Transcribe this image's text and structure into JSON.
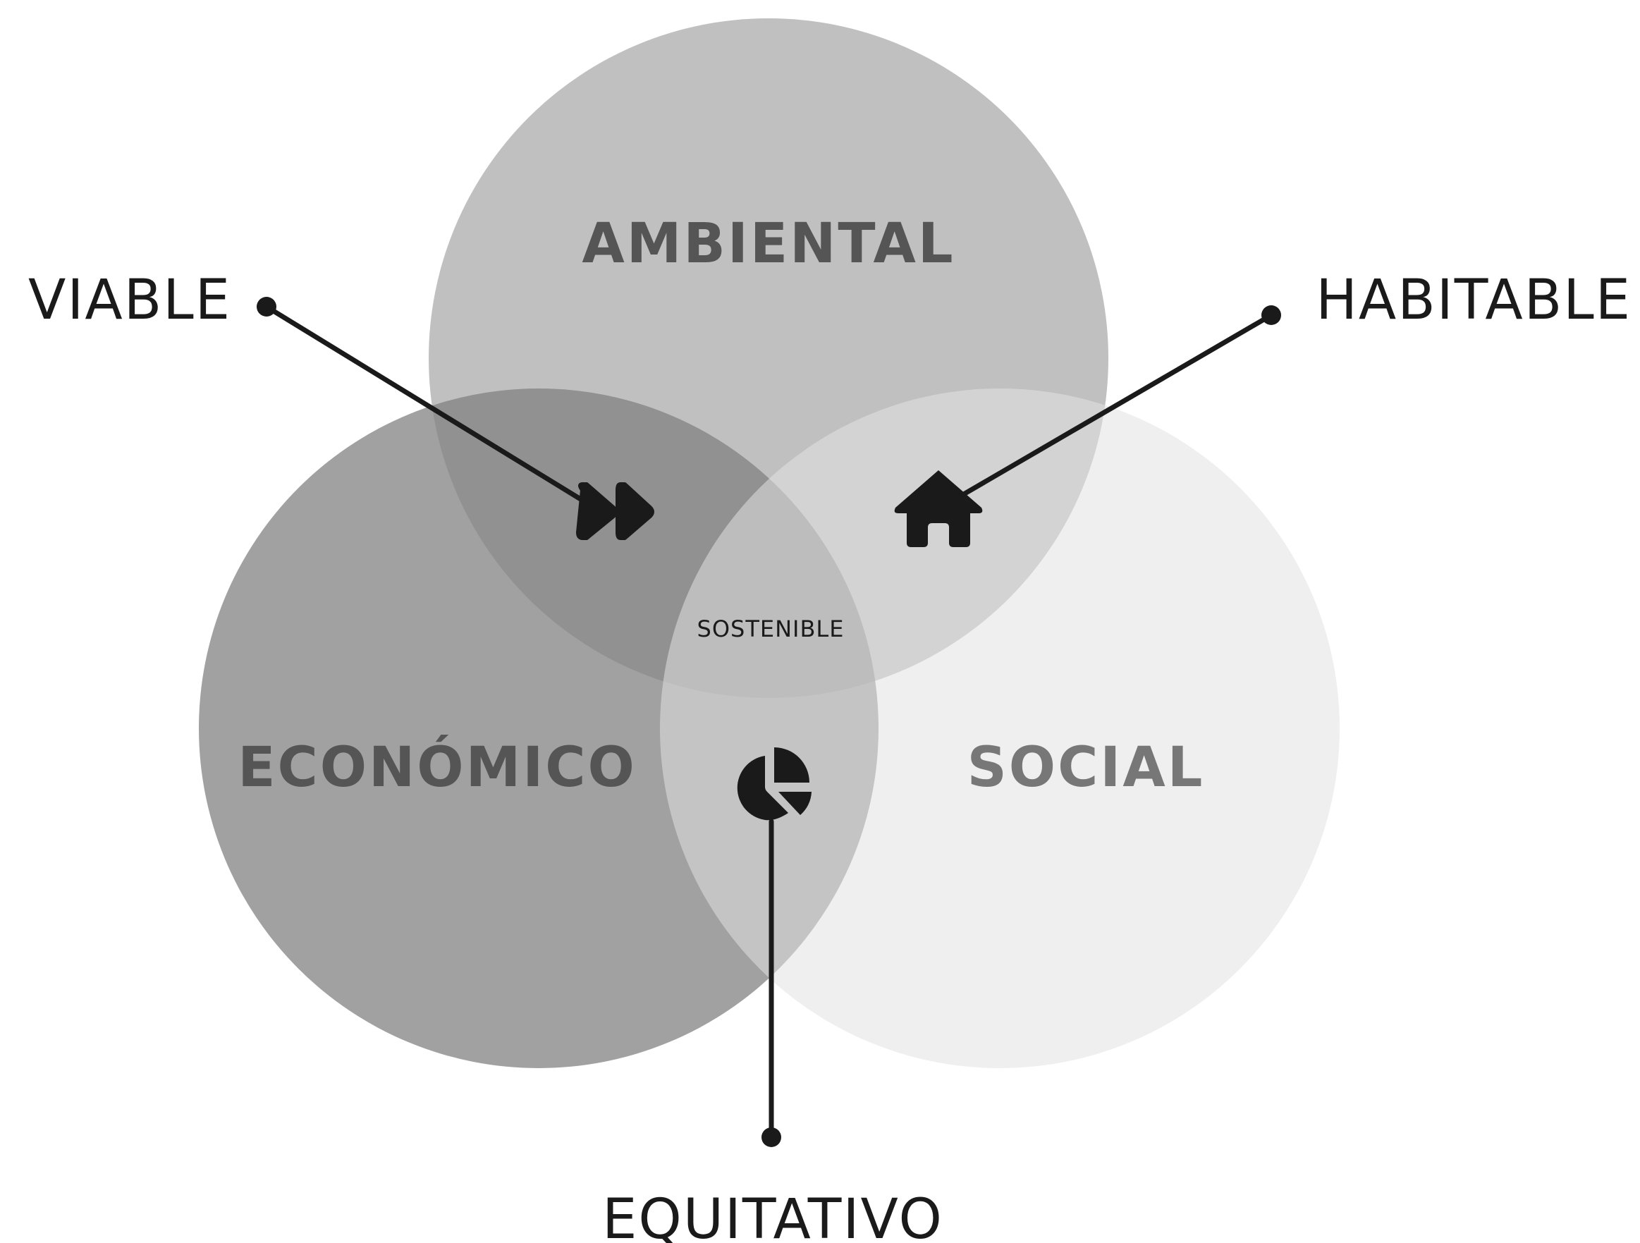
{
  "diagram": {
    "circles": {
      "ambiental": {
        "label": "AMBIENTAL",
        "fill": "#a8a8a8",
        "label_color": "#555555"
      },
      "economico": {
        "label": "ECONÓMICO",
        "fill": "#828282",
        "label_color": "#555555"
      },
      "social": {
        "label": "SOCIAL",
        "fill": "#e2e2e2",
        "label_color": "#777777"
      }
    },
    "center": {
      "label": "SOSTENIBLE"
    },
    "intersections": {
      "viable": {
        "label": "VIABLE",
        "icon": "fast-forward-icon"
      },
      "habitable": {
        "label": "HABITABLE",
        "icon": "house-icon"
      },
      "equitativo": {
        "label": "EQUITATIVO",
        "icon": "pie-chart-icon"
      }
    },
    "line_color": "#1a1a1a"
  }
}
